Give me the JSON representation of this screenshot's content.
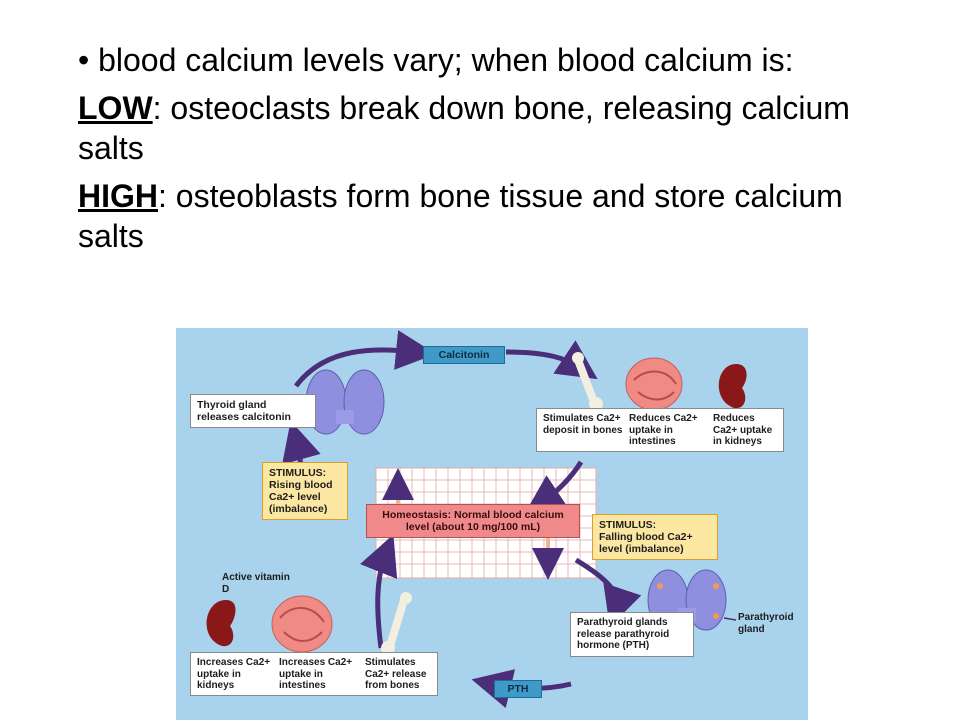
{
  "text": {
    "bullet": "• blood calcium levels vary; when blood calcium is:",
    "low_label": "LOW",
    "low_rest": ": osteoclasts break down bone, releasing calcium salts",
    "high_label": "HIGH",
    "high_rest": ": osteoblasts form bone tissue and store calcium salts"
  },
  "diagram": {
    "calcitonin": "Calcitonin",
    "pth": "PTH",
    "thyroid_releases": "Thyroid gland releases calcitonin",
    "stimulus_rising_title": "STIMULUS:",
    "stimulus_rising": "Rising blood Ca2+ level (imbalance)",
    "homeostasis": "Homeostasis: Normal blood calcium level (about 10 mg/100 mL)",
    "stimulus_falling_title": "STIMULUS:",
    "stimulus_falling": "Falling blood Ca2+ level (imbalance)",
    "top_effects": [
      "Stimulates Ca2+ deposit in bones",
      "Reduces Ca2+ uptake in intestines",
      "Reduces Ca2+ uptake in kidneys"
    ],
    "active_vitamin_d": "Active vitamin D",
    "bottom_effects": [
      "Increases Ca2+ uptake in kidneys",
      "Increases Ca2+ uptake in intestines",
      "Stimulates Ca2+ release from bones"
    ],
    "parathyroid_release": "Parathyroid glands release parathyroid hormone (PTH)",
    "parathyroid_gland": "Parathyroid gland"
  },
  "colors": {
    "background": "#a9d3ec",
    "arrow": "#4a2e7a",
    "stimulus_fill": "#fbe6a2",
    "homeostasis_fill": "#f08a8a",
    "hormone_label": "#3f9ac8"
  }
}
